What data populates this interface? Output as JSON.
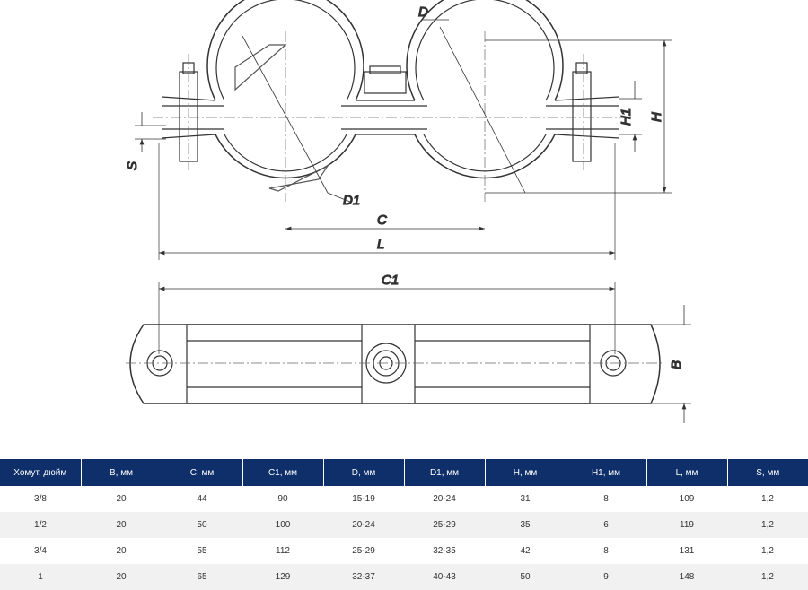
{
  "drawing": {
    "labels": {
      "D": "D",
      "D1": "D1",
      "C": "C",
      "L": "L",
      "C1": "C1",
      "H": "H",
      "H1": "H1",
      "S": "S",
      "B": "B"
    }
  },
  "table": {
    "headers": [
      "Хомут, дюйм",
      "B, мм",
      "C, мм",
      "C1, мм",
      "D, мм",
      "D1, мм",
      "H, мм",
      "H1, мм",
      "L, мм",
      "S, мм"
    ],
    "rows": [
      [
        "3/8",
        "20",
        "44",
        "90",
        "15-19",
        "20-24",
        "31",
        "8",
        "109",
        "1,2"
      ],
      [
        "1/2",
        "20",
        "50",
        "100",
        "20-24",
        "25-29",
        "35",
        "6",
        "119",
        "1,2"
      ],
      [
        "3/4",
        "20",
        "55",
        "112",
        "25-29",
        "32-35",
        "42",
        "8",
        "131",
        "1,2"
      ],
      [
        "1",
        "20",
        "65",
        "129",
        "32-37",
        "40-43",
        "50",
        "9",
        "148",
        "1,2"
      ]
    ],
    "header_color": "#0f2f6b"
  }
}
